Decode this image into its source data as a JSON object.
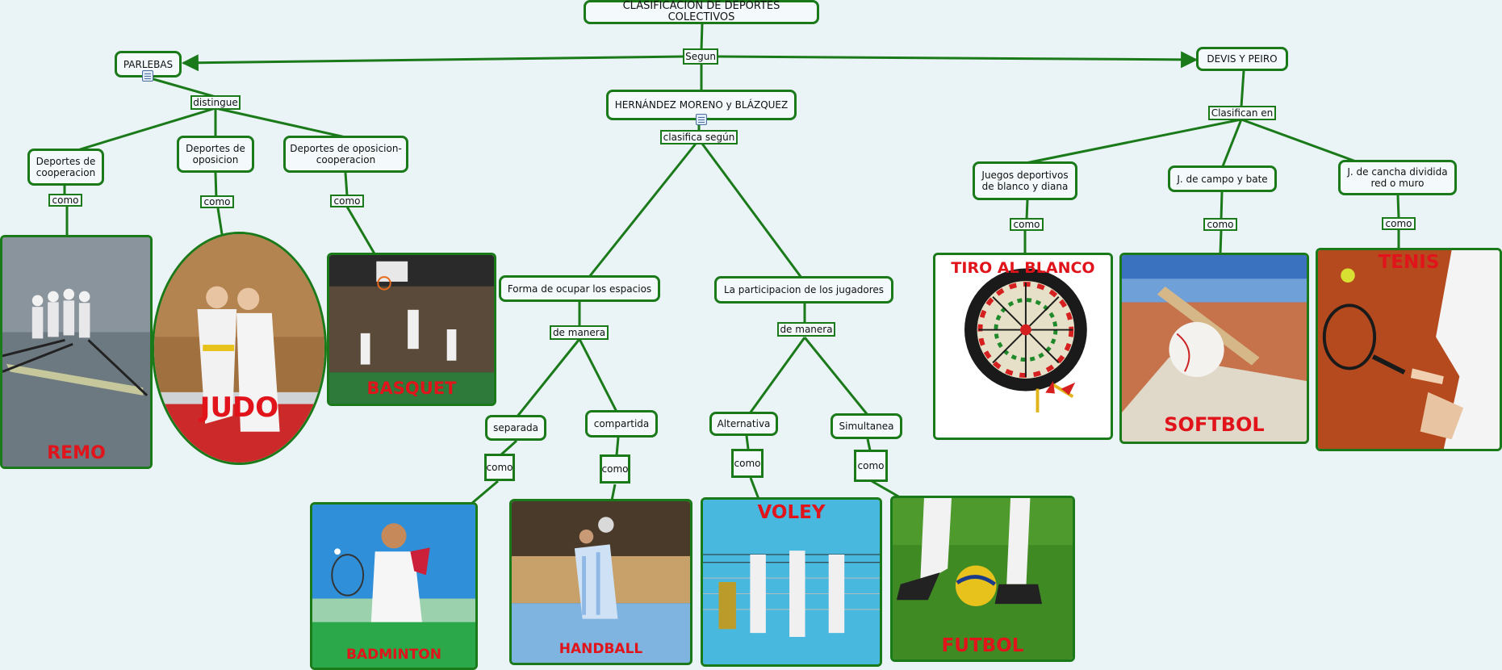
{
  "root": "CLASIFICACION DE DEPORTES COLECTIVOS",
  "links": {
    "segun": "Segun",
    "distingue": "distingue",
    "clasifica_segun": "clasifica según",
    "clasifican_en": "Clasifican en",
    "de_manera": "de manera",
    "como": "como"
  },
  "authors": {
    "parlebas": "PARLEBAS",
    "hernandez": "HERNÁNDEZ MORENO y BLÁZQUEZ",
    "devis": "DEVIS Y PEIRO"
  },
  "parlebas_categories": {
    "cooperacion": "Deportes de cooperacion",
    "oposicion": "Deportes de oposicion",
    "opos_coop": "Deportes de oposicion-cooperacion"
  },
  "hernandez_criteria": {
    "espacios": "Forma de ocupar los espacios",
    "participacion": "La participacion de los jugadores"
  },
  "hernandez_types": {
    "separada": "separada",
    "compartida": "compartida",
    "alternativa": "Alternativa",
    "simultanea": "Simultanea"
  },
  "devis_categories": {
    "blanco": "Juegos deportivos de blanco y diana",
    "campo": "J. de campo y bate",
    "cancha": "J. de cancha dividida red o muro"
  },
  "sports": {
    "remo": "REMO",
    "judo": "JUDO",
    "basquet": "BASQUET",
    "badminton": "BADMINTON",
    "handball": "HANDBALL",
    "voley": "VOLEY",
    "futbol": "FUTBOL",
    "tiro": "TIRO AL BLANCO",
    "softbol": "SOFTBOL",
    "tenis": "TENIS"
  },
  "colors": {
    "line": "#1a7a1a",
    "label": "#e0141a",
    "background": "#eaf3f5"
  }
}
